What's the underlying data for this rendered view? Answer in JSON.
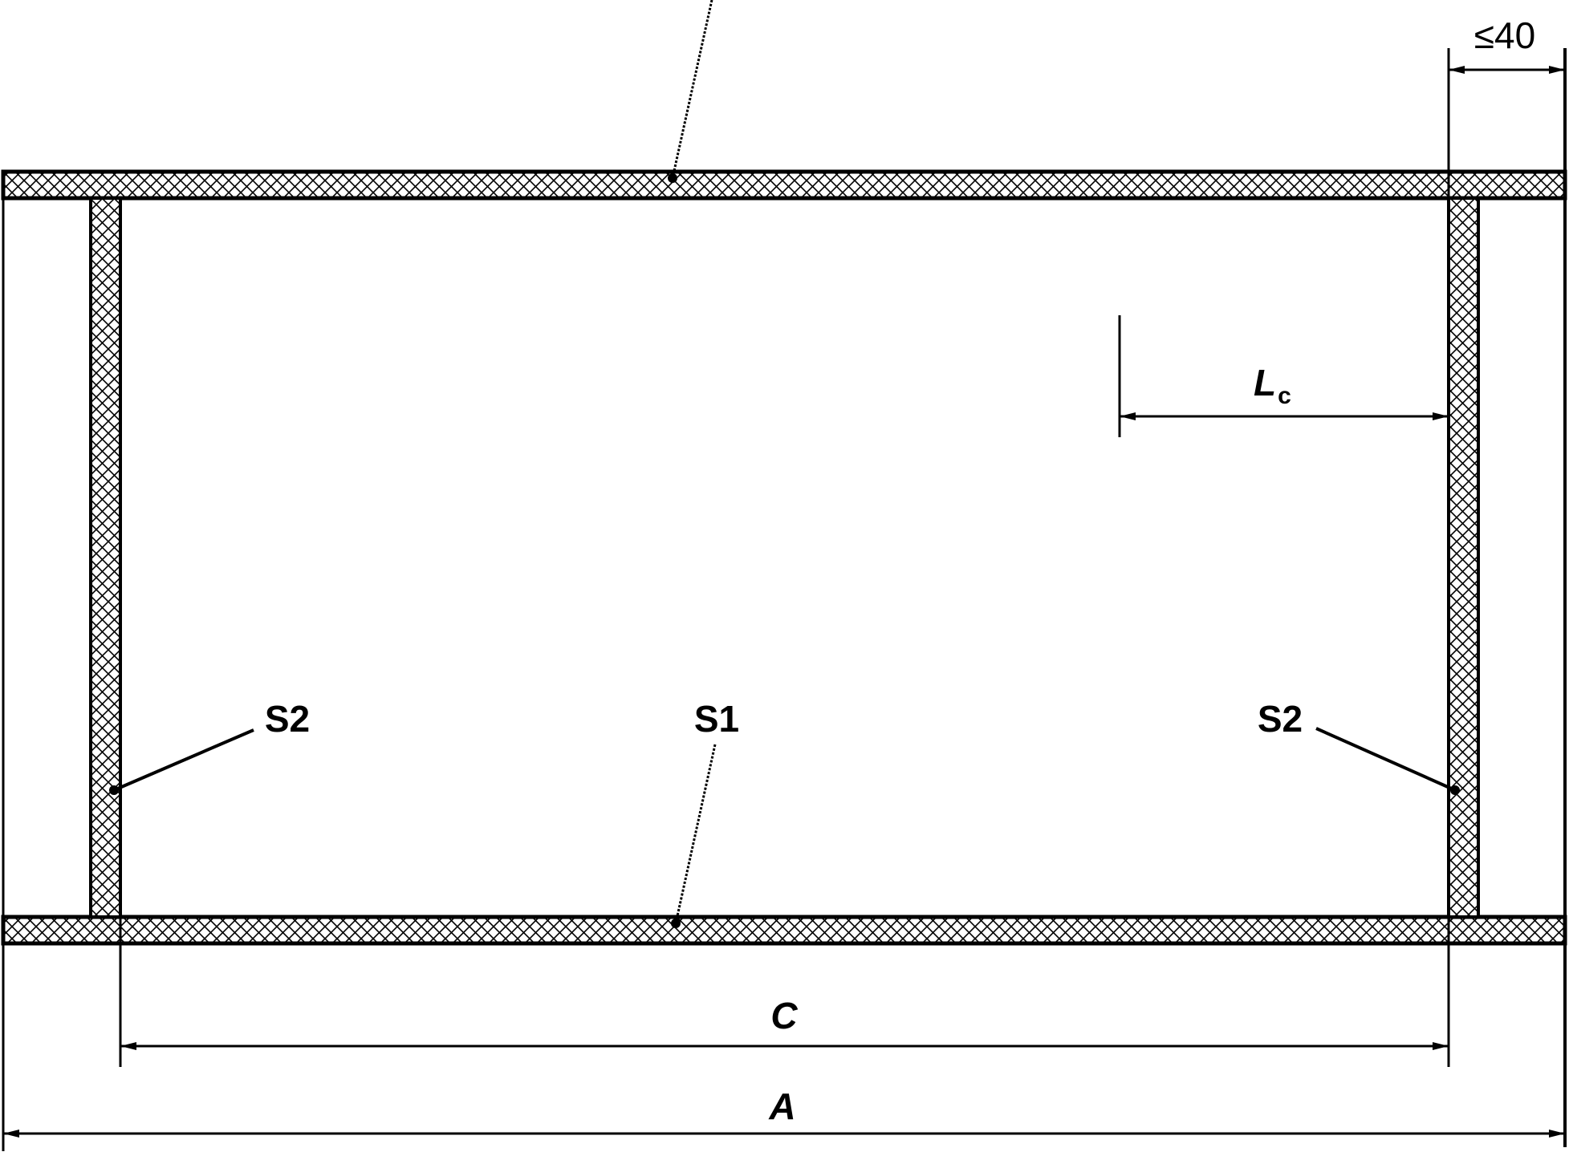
{
  "labels": {
    "left_wall": "S2",
    "right_wall": "S2",
    "bottom_band": "S1",
    "dimension_c": "C",
    "dimension_a": "A",
    "dimension_lc_main": "L",
    "dimension_lc_sub": "c",
    "dimension_edge": "≤40"
  },
  "colors": {
    "line": "#000000",
    "background": "#ffffff"
  }
}
